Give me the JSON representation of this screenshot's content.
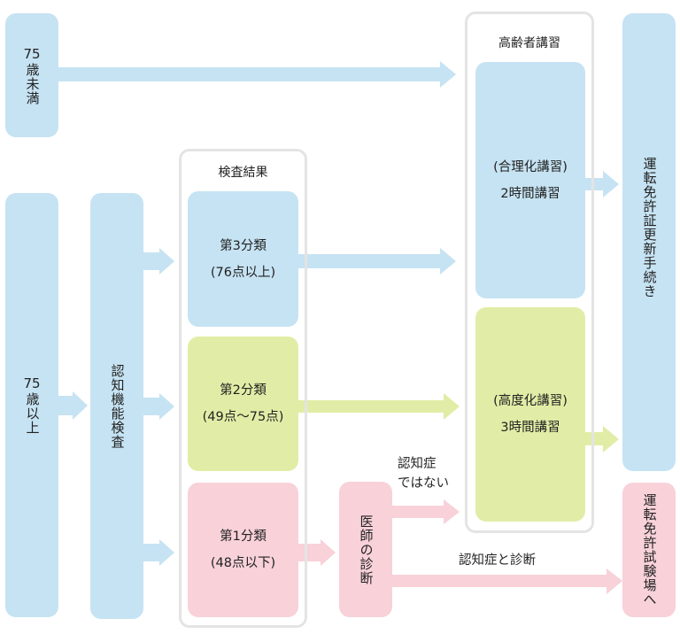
{
  "colors": {
    "blue": "#c6e3f3",
    "green": "#e1eda6",
    "pink": "#f8d1d9",
    "container_border": "#e4e4e4"
  },
  "nodes": {
    "under75": {
      "line1": "75",
      "line2": "歳未満"
    },
    "over75": {
      "line1": "75",
      "line2": "歳以上"
    },
    "cognitive_test": "認知機能検査",
    "results_title": "検査結果",
    "class3": {
      "title": "第3分類",
      "range": "(76点以上)"
    },
    "class2": {
      "title": "第2分類",
      "range": "(49点〜75点)"
    },
    "class1": {
      "title": "第1分類",
      "range": "(48点以下)"
    },
    "doctor": "医師の診断",
    "course_title": "高齢者講習",
    "rational": {
      "title": "(合理化講習)",
      "hours": "2時間講習"
    },
    "advanced": {
      "title": "(高度化講習)",
      "hours": "3時間講習"
    },
    "renewal": "運転免許証更新手続き",
    "exam_center": "運転免許試験場へ"
  },
  "edge_labels": {
    "not_dementia_1": "認知症",
    "not_dementia_2": "ではない",
    "dementia": "認知症と診断"
  }
}
